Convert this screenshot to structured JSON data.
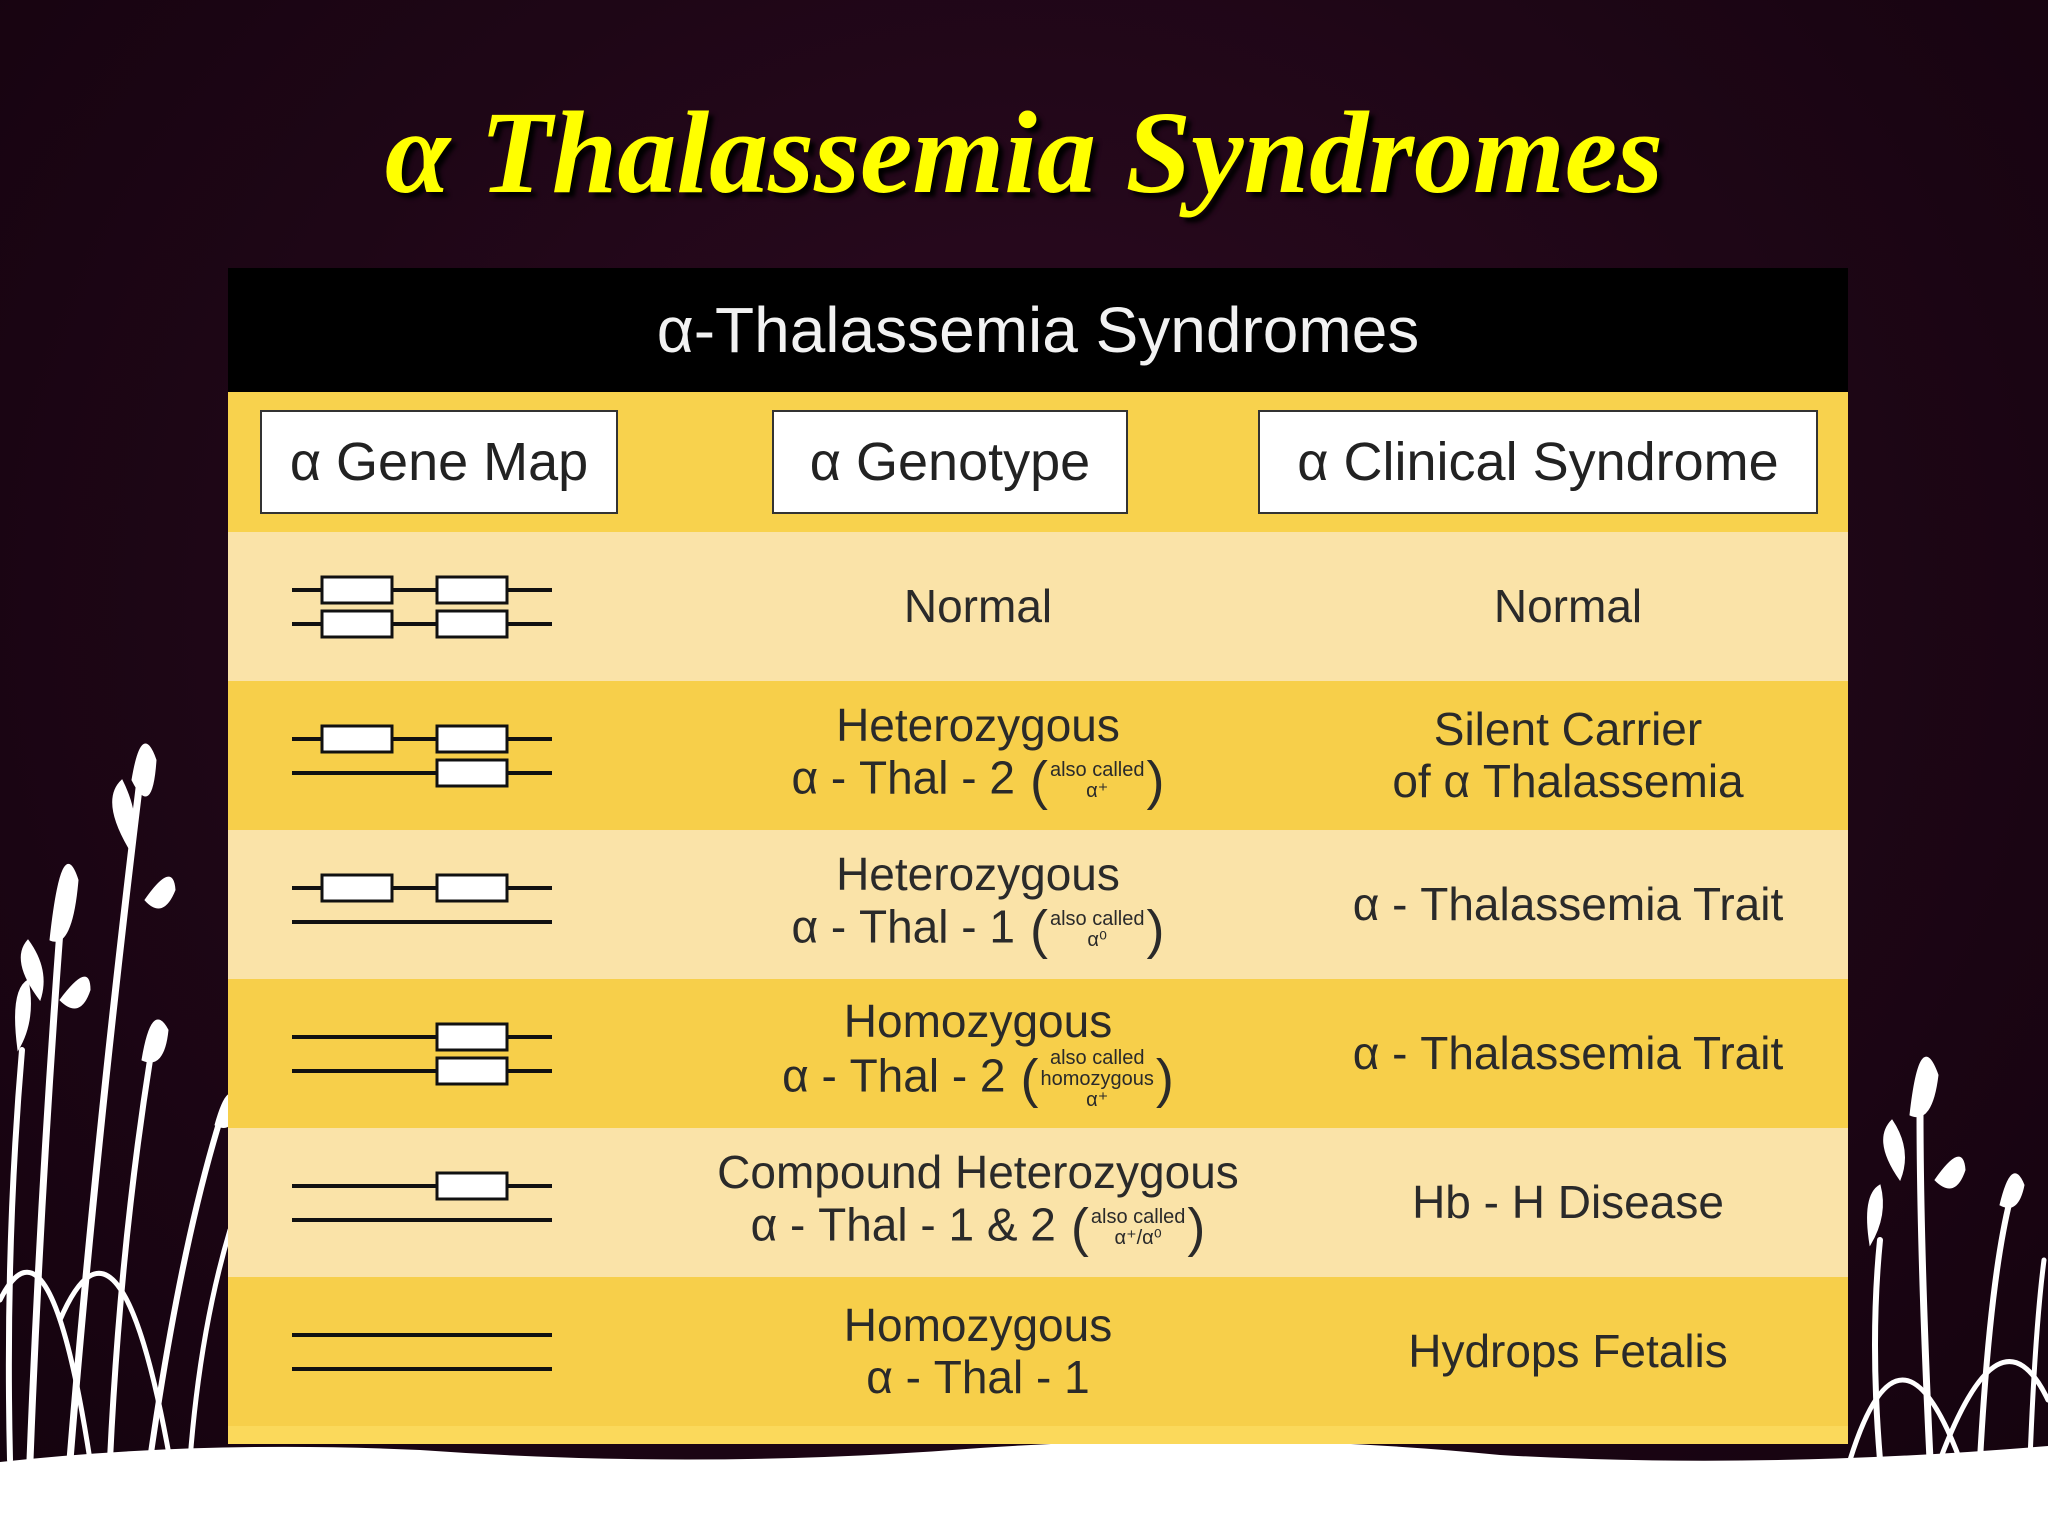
{
  "slide": {
    "title": "α Thalassemia Syndromes"
  },
  "table": {
    "title": "α-Thalassemia Syndromes",
    "columns": [
      "α Gene Map",
      "α Genotype",
      "α Clinical Syndrome"
    ],
    "rows": [
      {
        "genes": [
          2,
          2
        ],
        "genotype": [
          "Normal"
        ],
        "aka": "",
        "syndrome": [
          "Normal"
        ]
      },
      {
        "genes": [
          2,
          1
        ],
        "genotype": [
          "Heterozygous",
          "α - Thal - 2"
        ],
        "aka": [
          "also called",
          "α⁺"
        ],
        "syndrome": [
          "Silent Carrier",
          "of α Thalassemia"
        ]
      },
      {
        "genes": [
          2,
          0
        ],
        "genotype": [
          "Heterozygous",
          "α - Thal - 1"
        ],
        "aka": [
          "also called",
          "α⁰"
        ],
        "syndrome": [
          "α - Thalassemia Trait"
        ]
      },
      {
        "genes": [
          1,
          1
        ],
        "genotype": [
          "Homozygous",
          "α - Thal - 2"
        ],
        "aka": [
          "also called",
          "homozygous",
          "α⁺"
        ],
        "syndrome": [
          "α - Thalassemia Trait"
        ]
      },
      {
        "genes": [
          1,
          0
        ],
        "genotype": [
          "Compound Heterozygous",
          "α - Thal - 1 & 2"
        ],
        "aka": [
          "also called",
          "α⁺/α⁰"
        ],
        "syndrome": [
          "Hb - H Disease"
        ]
      },
      {
        "genes": [
          0,
          0
        ],
        "genotype": [
          "Homozygous",
          "α - Thal - 1"
        ],
        "aka": "",
        "syndrome": [
          "Hydrops Fetalis"
        ]
      }
    ]
  },
  "colors": {
    "background": "#1e0616",
    "title": "#ffff00",
    "table_header": "#000000",
    "row_light": "#fae3a8",
    "row_dark": "#f7cf4a"
  },
  "icons": [
    "wheat-silhouette-icon",
    "snow-ground-icon"
  ]
}
